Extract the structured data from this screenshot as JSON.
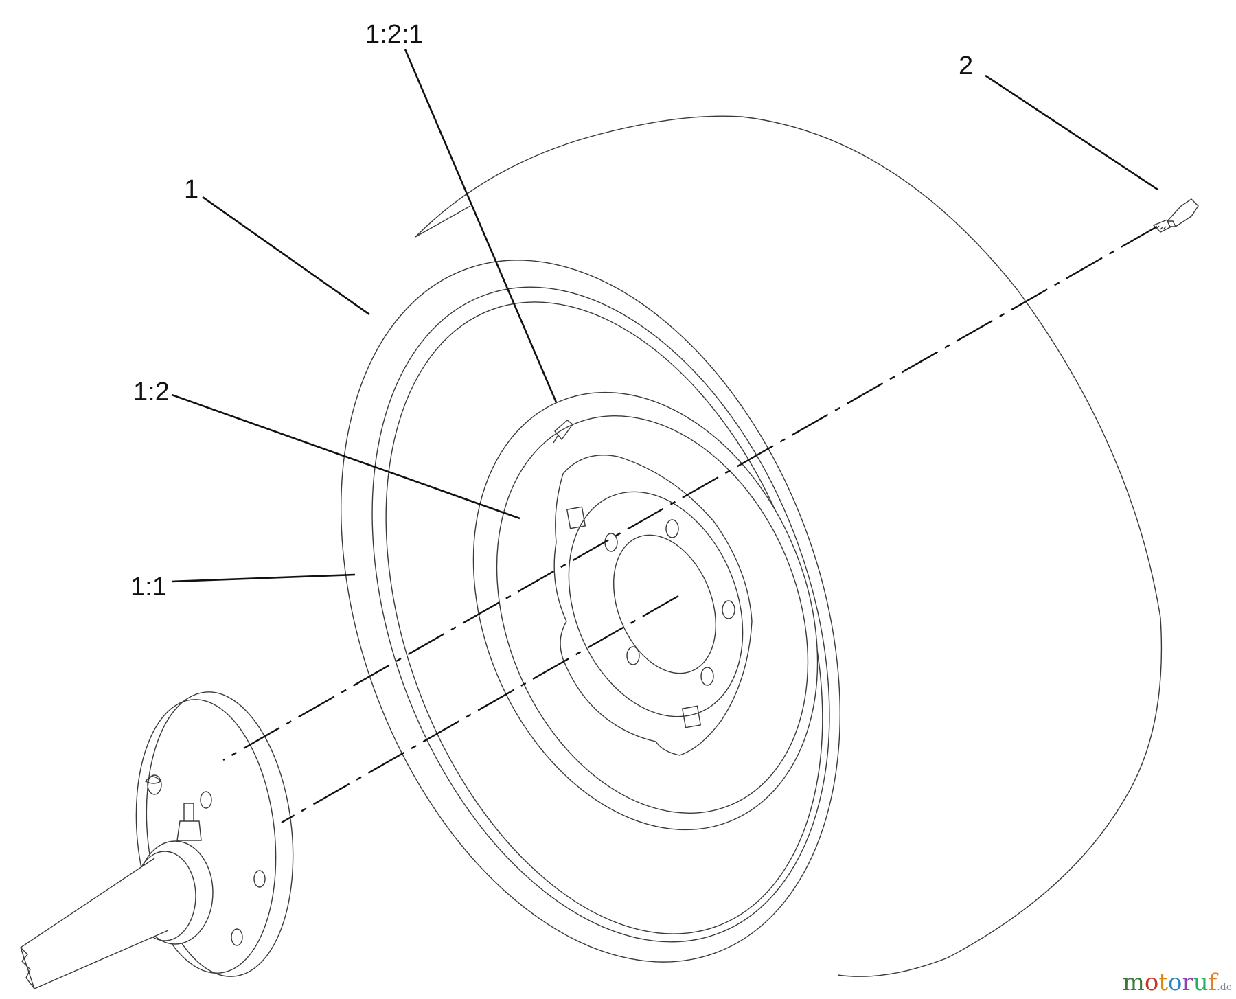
{
  "labels": {
    "part_1": "1",
    "part_1_1": "1:1",
    "part_1_2": "1:2",
    "part_1_2_1": "1:2:1",
    "part_2": "2"
  },
  "watermark": {
    "text_main": "motoruf",
    "text_suffix": ".de",
    "colors": [
      "#3c7a3c",
      "#c0392b",
      "#d68910",
      "#2e86c1",
      "#8e44ad",
      "#27ae60",
      "#e67e22"
    ]
  }
}
